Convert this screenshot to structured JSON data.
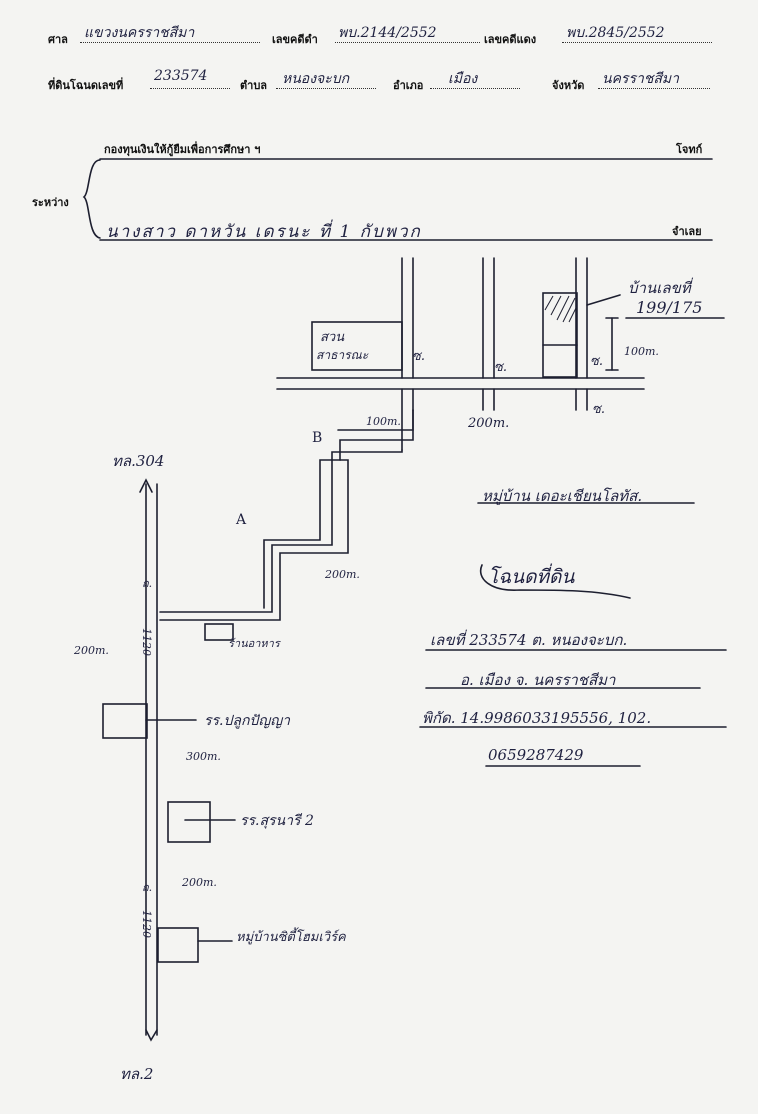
{
  "header": {
    "court_label": "ศาล",
    "court_value": "แขวงนครราชสีมา",
    "black_case_label": "เลขคดีดำ",
    "black_case_value": "พบ.2144/2552",
    "red_case_label": "เลขคดีแดง",
    "red_case_value": "พบ.2845/2552",
    "deed_label": "ที่ดินโฉนดเลขที่",
    "deed_value": "233574",
    "subdistrict_label": "ตำบล",
    "subdistrict_value": "หนองจะบก",
    "district_label": "อำเภอ",
    "district_value": "เมือง",
    "province_label": "จังหวัด",
    "province_value": "นครราชสีมา"
  },
  "parties": {
    "plaintiff_name": "กองทุนเงินให้กู้ยืมเพื่อการศึกษา ฯ",
    "plaintiff_role": "โจทก์",
    "between_label": "ระหว่าง",
    "defendant_name": "นางสาว ดาหวัน เดรนะ ที่ 1 กับพวก",
    "defendant_role": "จำเลย"
  },
  "map_labels": {
    "road_top": "ทล.304",
    "road_bottom": "ทล.2",
    "target_house": "บ้านเลขที่",
    "target_number": "199/175",
    "park": "สวน",
    "park_line2": "สาธารณะ",
    "soi_a": "ซ.",
    "soi_b": "ซ.",
    "soi_c": "ซ.",
    "soi_d": "ซ.",
    "dist_top_right": "100m.",
    "dist_100": "100m.",
    "dist_200_top": "200m.",
    "village_name": "หมู่บ้าน เดอะเชียนโลทัส.",
    "point_a": "A",
    "point_b": "B",
    "dist_200_mid": "200m.",
    "dist_200_left": "200m.",
    "highway_code_1": "ถ.",
    "highway_num_1": "1120",
    "shop": "ร้านอาหาร",
    "school_1": "รร.ปลูกปัญญา",
    "dist_300": "300m.",
    "school_2": "รร.สุรนารี 2",
    "dist_200_low": "200m.",
    "highway_code_2": "ถ.",
    "highway_num_2": "1120",
    "village_2": "หมู่บ้านซิตี้โฮมเวิร์ค"
  },
  "deed_note": {
    "title": "โฉนดที่ดิน",
    "line1": "เลขที่ 233574 ต. หนองจะบก.",
    "line2": "อ. เมือง จ. นครราชสีมา",
    "line3": "พิกัด. 14.9986033195556, 102.",
    "line4": "0659287429"
  }
}
